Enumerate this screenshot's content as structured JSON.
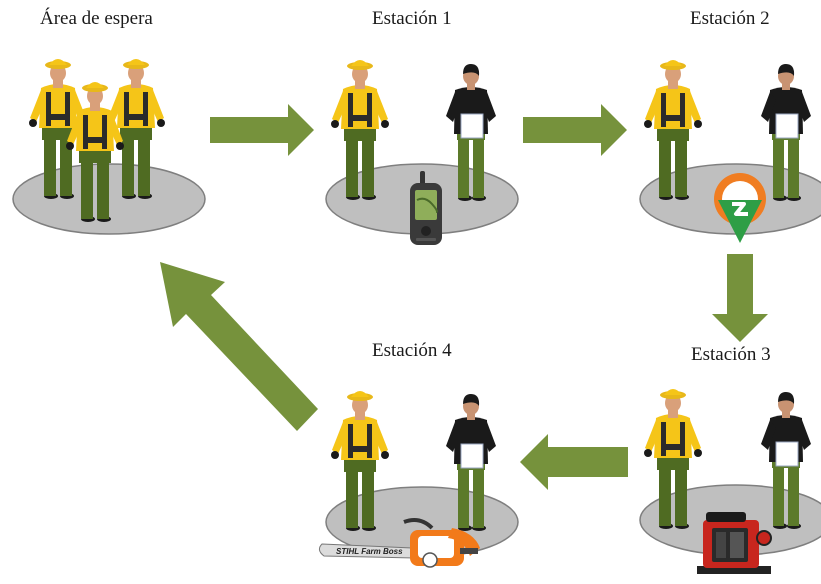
{
  "stations": [
    {
      "label": "Área de espera"
    },
    {
      "label": "Estación 1",
      "equipment": "gps-device"
    },
    {
      "label": "Estación 2",
      "equipment": "map-pin-logo"
    },
    {
      "label": "Estación 3",
      "equipment": "water-pump"
    },
    {
      "label": "Estación 4",
      "equipment": "chainsaw",
      "chainsaw_brand": "STIHL Farm Boss"
    }
  ],
  "colors": {
    "arrow": "#76923c",
    "platform": "#bfbfbf",
    "platform_edge": "#7f7f7f",
    "helmet_shirt": "#f5c518",
    "pants": "#4f6b22",
    "evaluator_shirt": "#1a1a1a",
    "evaluator_pants": "#5c7a2a",
    "logo_orange": "#f07d22",
    "logo_green": "#2e9e46",
    "pump_red": "#c8261e"
  },
  "flow": [
    "Área de espera",
    "Estación 1",
    "Estación 2",
    "Estación 3",
    "Estación 4",
    "Área de espera"
  ]
}
